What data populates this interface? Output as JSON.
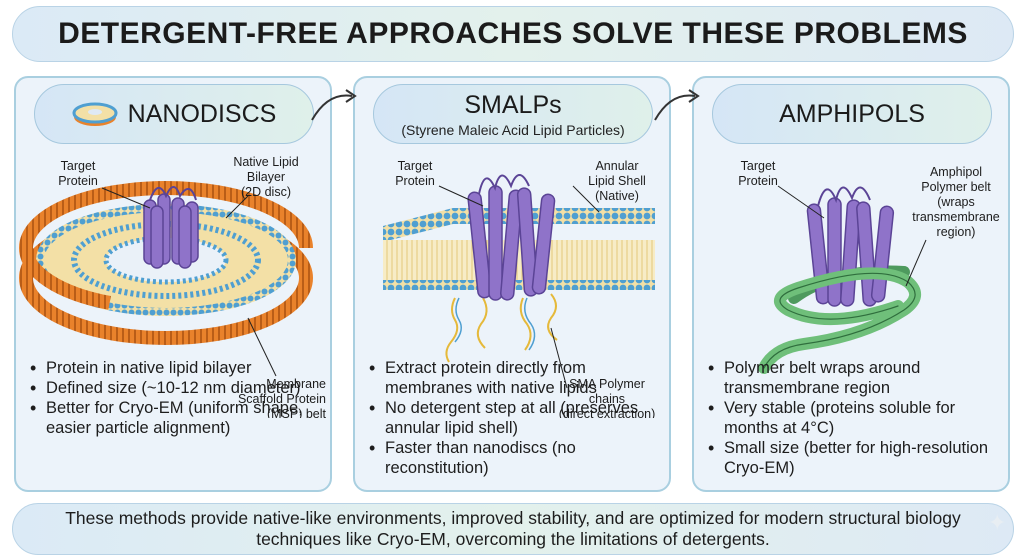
{
  "title": "DETERGENT-FREE APPROACHES SOLVE THESE PROBLEMS",
  "panels": [
    {
      "title": "NANODISCS",
      "labels": {
        "target": [
          "Target",
          "Protein"
        ],
        "bilayer": [
          "Native Lipid",
          "Bilayer",
          "(2D disc)"
        ],
        "msp": [
          "Membrane",
          "Scaffold Protein",
          "(MSP) belt"
        ]
      },
      "bullets": [
        "Protein in native lipid bilayer",
        "Defined size (~10-12 nm diameter)",
        "Better for Cryo-EM (uniform shape, easier particle alignment)"
      ]
    },
    {
      "title": "SMALPs",
      "subtitle": "(Styrene Maleic Acid Lipid Particles)",
      "labels": {
        "target": [
          "Target",
          "Protein"
        ],
        "shell": [
          "Annular",
          "Lipid Shell",
          "(Native)"
        ],
        "sma": [
          "SMA Polymer",
          "chains",
          "(direct extraction)"
        ]
      },
      "bullets": [
        "Extract protein directly from membranes with native lipids",
        "No detergent step at all (preserves annular lipid shell)",
        "Faster than nanodiscs (no reconstitution)"
      ]
    },
    {
      "title": "AMPHIPOLS",
      "labels": {
        "target": [
          "Target",
          "Protein"
        ],
        "belt": [
          "Amphipol",
          "Polymer belt",
          "(wraps",
          "transmembrane",
          "region)"
        ]
      },
      "bullets": [
        "Polymer belt wraps around transmembrane region",
        "Very stable (proteins soluble for months at 4°C)",
        "Small size (better for high-resolution Cryo-EM)"
      ]
    }
  ],
  "footer": "These methods provide native-like environments, improved stability, and are optimized for modern structural biology techniques like Cryo-EM, overcoming the limitations of detergents.",
  "colors": {
    "protein": "#8f73c9",
    "protein_dark": "#5b4496",
    "lipid_head": "#4f9fd1",
    "lipid_tail": "#f3e0a6",
    "msp_belt": "#e9822b",
    "amphipol_belt": "#6fbf7a",
    "sma_chain": "#e5b93a"
  },
  "icons": [
    "nanodisc-icon",
    "curved-arrow-icon",
    "sparkle-icon"
  ]
}
